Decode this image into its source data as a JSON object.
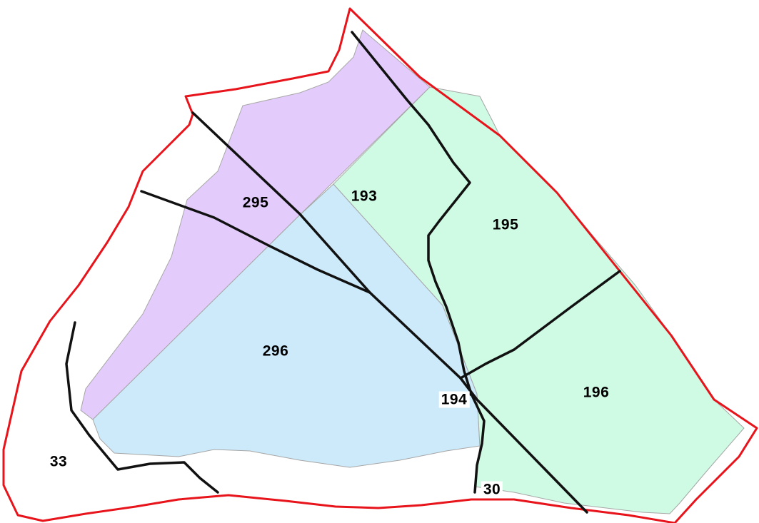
{
  "map": {
    "colors": {
      "outer_boundary": "#e8141b",
      "parcel_line": "#111111",
      "zone_purple": "#e3ccfb",
      "zone_blue": "#cdeafa",
      "zone_green": "#cffae3",
      "zone_edge": "#a6a6a6",
      "background": "#ffffff"
    },
    "labels": {
      "p33": "33",
      "p295": "295",
      "p193": "193",
      "p195": "195",
      "p296": "296",
      "p194": "194",
      "p196": "196",
      "p30": "30"
    }
  }
}
